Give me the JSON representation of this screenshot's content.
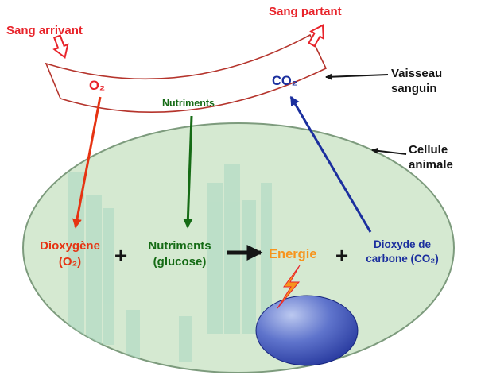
{
  "vessel": {
    "sang_arrivant": "Sang arrivant",
    "sang_partant": "Sang partant",
    "o2": "O₂",
    "co2": "CO₂",
    "nutriments": "Nutriments",
    "label_line1": "Vaisseau",
    "label_line2": "sanguin"
  },
  "cell": {
    "label_line1": "Cellule",
    "label_line2": "animale"
  },
  "equation": {
    "dioxygene_line1": "Dioxygène",
    "dioxygene_line2": "(O₂)",
    "plus_1": "+",
    "nutriments_line1": "Nutriments",
    "nutriments_line2": "(glucose)",
    "energie": "Energie",
    "plus_2": "+",
    "dioxyde_line1": "Dioxyde de",
    "dioxyde_line2": "carbone (CO₂)"
  },
  "colors": {
    "red": "#e8232a",
    "orange_red": "#e63312",
    "green": "#156b15",
    "navy": "#1b2f9e",
    "orange": "#f7941d",
    "cell_fill": "#d5e9d1",
    "cell_stroke": "#7d9b7d",
    "bar_fill": "#a9d8c2",
    "vessel_stroke": "#b5342c"
  }
}
